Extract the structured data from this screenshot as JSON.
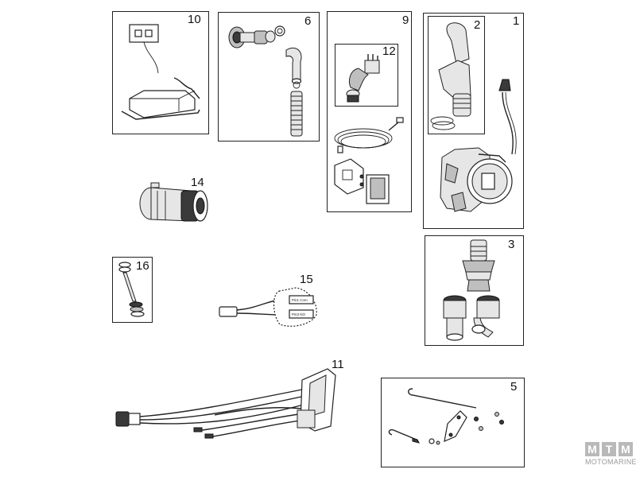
{
  "callouts": {
    "n1": "1",
    "n2": "2",
    "n3": "3",
    "n5": "5",
    "n6": "6",
    "n9": "9",
    "n10": "10",
    "n11": "11",
    "n12": "12",
    "n14": "14",
    "n15": "15",
    "n16": "16"
  },
  "pressure_switch_labels": {
    "com": "Pin1 Com",
    "no": "Pin3 NO"
  },
  "watermark": {
    "letters": [
      "M",
      "T",
      "M"
    ],
    "brand": "MOTOMARINE"
  }
}
